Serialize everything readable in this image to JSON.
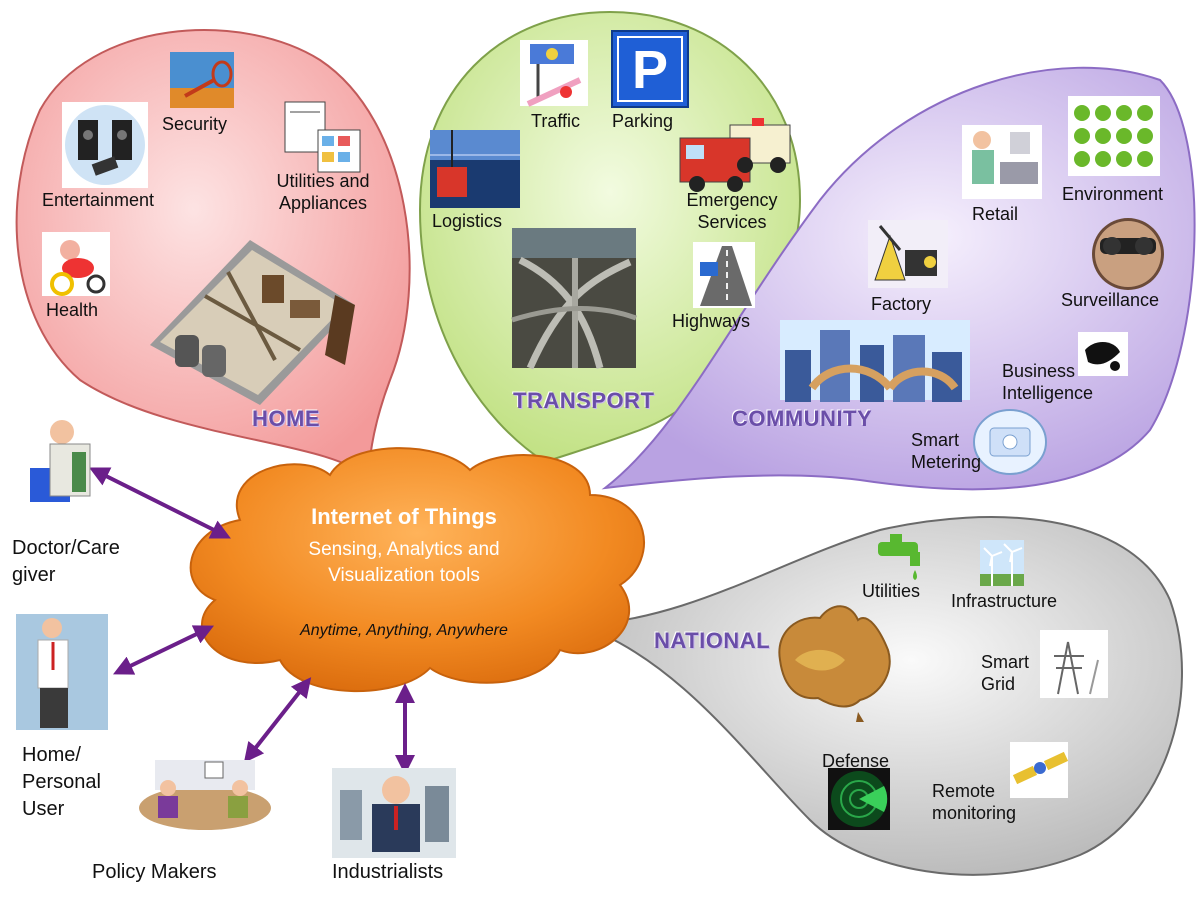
{
  "hub": {
    "title": "Internet of Things",
    "subtitle": "Sensing, Analytics and\nVisualization tools",
    "tagline": "Anytime, Anything, Anywhere"
  },
  "sections": {
    "home": "HOME",
    "transport": "TRANSPORT",
    "community": "COMMUNITY",
    "national": "NATIONAL"
  },
  "home": {
    "security": "Security",
    "entertainment": "Entertainment",
    "utilities": "Utilities and\nAppliances",
    "health": "Health"
  },
  "transport": {
    "traffic": "Traffic",
    "parking": "Parking",
    "parking_sign": "P",
    "logistics": "Logistics",
    "emergency": "Emergency\nServices",
    "highways": "Highways"
  },
  "community": {
    "retail": "Retail",
    "environment": "Environment",
    "factory": "Factory",
    "surveillance": "Surveillance",
    "business": "Business\nIntelligence",
    "metering": "Smart\nMetering"
  },
  "national": {
    "utilities": "Utilities",
    "infrastructure": "Infrastructure",
    "smart_grid": "Smart\nGrid",
    "defense": "Defense",
    "remote": "Remote\nmonitoring"
  },
  "users": {
    "doctor": "Doctor/Care\ngiver",
    "home_user": "Home/\nPersonal\nUser",
    "policy": "Policy Makers",
    "industrialists": "Industrialists"
  },
  "colors": {
    "home_bubble": "#f7b2b2",
    "transport_bubble": "#d3eca4",
    "community_bubble": "#cdbbea",
    "national_bubble": "#cfcfcf",
    "cloud": "#f28a22",
    "arrow": "#6b1f8a",
    "section_label": "#6a4ea8"
  }
}
